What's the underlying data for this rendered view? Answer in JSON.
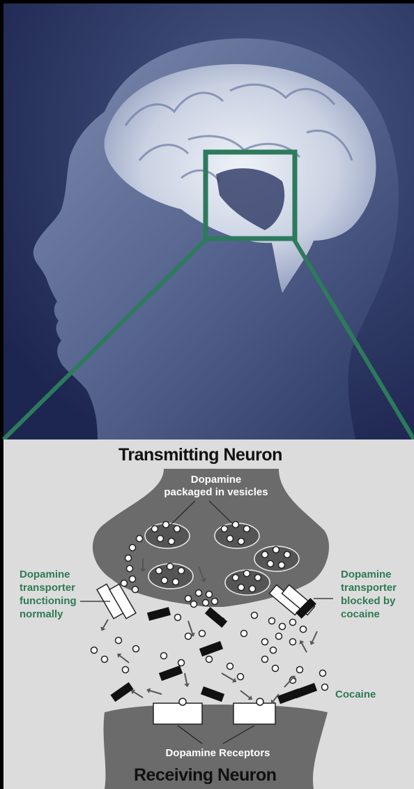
{
  "colors": {
    "frame": "#000000",
    "photo_background": "#26305a",
    "brain_highlight": "#e9edf4",
    "zoom_box": "#2d7a5c",
    "diagram_background": "#dcdcdc",
    "neuron": "#6b6b6b",
    "label_green": "#2f7a55"
  },
  "diagram": {
    "transmitting_neuron_label": "Transmitting Neuron",
    "receiving_neuron_label": "Receiving Neuron",
    "vesicle_label_line1": "Dopamine",
    "vesicle_label_line2": "packaged in vesicles",
    "transporter_normal": [
      "Dopamine",
      "transporter",
      "functioning",
      "normally"
    ],
    "transporter_blocked": [
      "Dopamine",
      "transporter",
      "blocked by",
      "cocaine"
    ],
    "cocaine_label": "Cocaine",
    "receptors_label": "Dopamine Receptors"
  },
  "icons": {
    "dopamine": "small-circle",
    "cocaine": "black-bar",
    "vesicle": "ellipse-with-circles"
  }
}
